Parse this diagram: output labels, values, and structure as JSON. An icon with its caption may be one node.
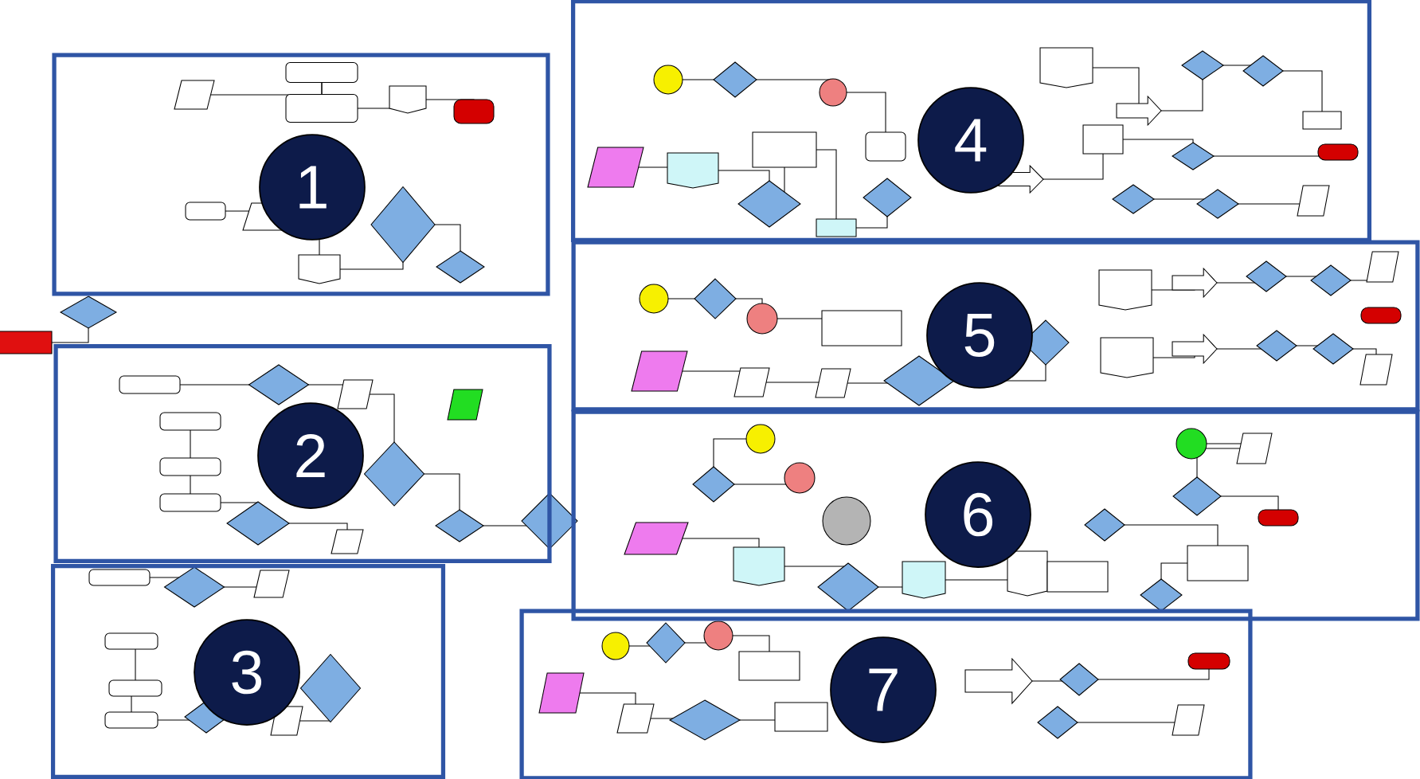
{
  "diagram": {
    "nodes": [
      {
        "text": [],
        "shape": "box"
      },
      {
        "text": [
          "1"
        ],
        "in": 0
      },
      {
        "text": [],
        "shape": "box"
      },
      {
        "text": [
          "2"
        ],
        "in": 2
      },
      {
        "text": [],
        "shape": "box"
      },
      {
        "text": [
          "3"
        ],
        "in": 4
      },
      {
        "text": [],
        "shape": "box"
      },
      {
        "text": [
          "4"
        ],
        "in": 6
      },
      {
        "text": [],
        "shape": "box"
      },
      {
        "text": [
          "5"
        ],
        "in": 8
      },
      {
        "text": [],
        "shape": "box"
      },
      {
        "text": [
          "6"
        ],
        "in": 10
      },
      {
        "text": [],
        "shape": "box"
      },
      {
        "text": [
          "7"
        ],
        "in": 12
      }
    ]
  }
}
